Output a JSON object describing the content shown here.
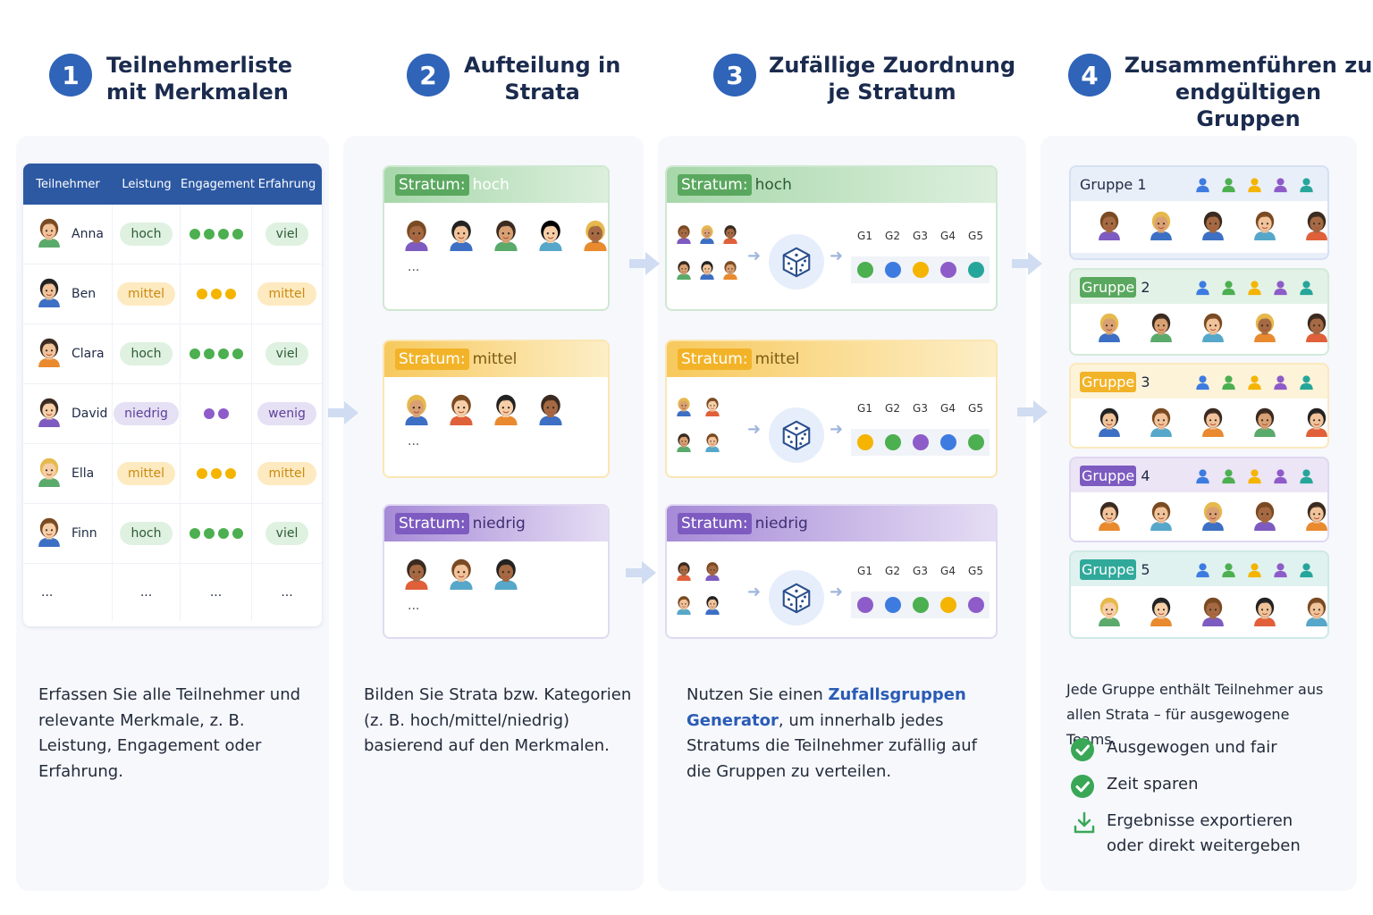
{
  "steps": [
    {
      "num": "1",
      "title_l1": "Teilnehmerliste",
      "title_l2": "mit Merkmalen"
    },
    {
      "num": "2",
      "title_l1": "Aufteilung in",
      "title_l2": "Strata"
    },
    {
      "num": "3",
      "title_l1": "Zufällige Zuordnung",
      "title_l2": "je Stratum"
    },
    {
      "num": "4",
      "title_l1": "Zusammenführen zu",
      "title_l2": "endgültigen Gruppen"
    }
  ],
  "table": {
    "headers": [
      "Teilnehmer",
      "Leistung",
      "Engagement",
      "Erfahrung"
    ],
    "rows": [
      {
        "name": "Anna",
        "leistung": "hoch",
        "engagement": 4,
        "erfahrung": "viel"
      },
      {
        "name": "Ben",
        "leistung": "mittel",
        "engagement": 3,
        "erfahrung": "mittel"
      },
      {
        "name": "Clara",
        "leistung": "hoch",
        "engagement": 4,
        "erfahrung": "viel"
      },
      {
        "name": "David",
        "leistung": "niedrig",
        "engagement": 2,
        "erfahrung": "wenig"
      },
      {
        "name": "Ella",
        "leistung": "mittel",
        "engagement": 3,
        "erfahrung": "mittel"
      },
      {
        "name": "Finn",
        "leistung": "hoch",
        "engagement": 4,
        "erfahrung": "viel"
      }
    ],
    "ellipsis": "..."
  },
  "strata": [
    {
      "label": "Stratum:",
      "value": "hoch"
    },
    {
      "label": "Stratum:",
      "value": "mittel"
    },
    {
      "label": "Stratum:",
      "value": "niedrig"
    }
  ],
  "group_labels": [
    "G1",
    "G2",
    "G3",
    "G4",
    "G5"
  ],
  "groups": [
    {
      "word": "Gruppe",
      "num": "1"
    },
    {
      "word": "Gruppe",
      "num": "2"
    },
    {
      "word": "Gruppe",
      "num": "3"
    },
    {
      "word": "Gruppe",
      "num": "4"
    },
    {
      "word": "Gruppe",
      "num": "5"
    }
  ],
  "descriptions": {
    "d1": "Erfassen Sie alle Teilnehmer und relevante Merkmale, z. B. Leistung, Engagement oder Erfahrung.",
    "d2": "Bilden Sie Strata bzw. Kategorien (z. B. hoch/mittel/niedrig) basierend auf den Merkmalen.",
    "d3_pre": "Nutzen Sie einen ",
    "d3_link": "Zufallsgruppen Generator",
    "d3_post": ", um innerhalb jedes Stratums die Teilnehmer zufällig auf die Gruppen zu verteilen.",
    "d4": "Jede Gruppe enthält Teilnehmer aus allen Strata – für ausgewogene Teams."
  },
  "benefits": [
    "Ausgewogen und fair",
    "Zeit sparen",
    "Ergebnisse exportieren",
    "oder direkt weitergeben"
  ],
  "colors": {
    "green": "#4caf50",
    "blue": "#3d7be0",
    "yellow": "#f4b400",
    "purple": "#8e5cc9",
    "teal": "#26a69a"
  }
}
